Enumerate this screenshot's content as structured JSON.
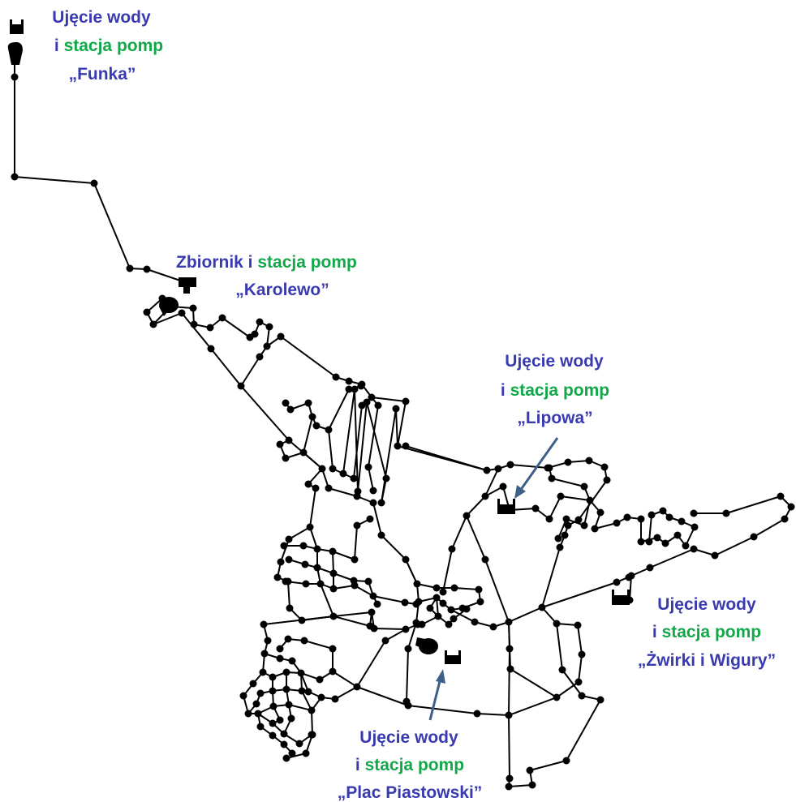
{
  "colors": {
    "primary_text": "#3a3ab0",
    "secondary_text": "#12a84a",
    "network": "#000000",
    "arrow": "#3d5f8a"
  },
  "stations": [
    {
      "id": "funka",
      "line1": "Ujęcie wody",
      "line2_prefix": "i ",
      "line2_rest": "stacja pomp",
      "line3": "„Funka”"
    },
    {
      "id": "karolewo",
      "line1_prefix": "Zbiornik i ",
      "line1_rest": "stacja pomp",
      "line2": "„Karolewo”"
    },
    {
      "id": "lipowa",
      "line1": "Ujęcie wody",
      "line2_prefix": "i ",
      "line2_rest": "stacja pomp",
      "line3": "„Lipowa”"
    },
    {
      "id": "zwirki",
      "line1": "Ujęcie wody",
      "line2_prefix": "i ",
      "line2_rest": "stacja pomp",
      "line3": "„Żwirki i Wigury”"
    },
    {
      "id": "plac",
      "line1": "Ujęcie wody",
      "line2_prefix": "i ",
      "line2_rest": "stacja pomp",
      "line3": "„Plac Piastowski”"
    }
  ]
}
